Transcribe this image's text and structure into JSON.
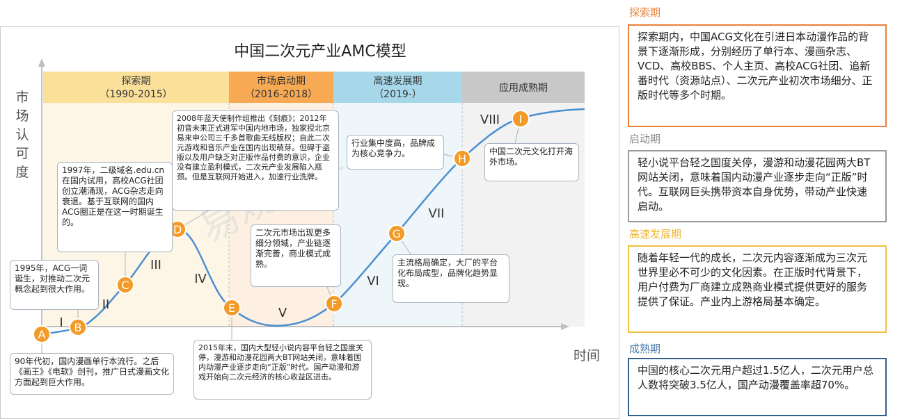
{
  "title": "中国二次元产业AMC模型",
  "y_axis_label": "市场认可度",
  "x_axis_label": "时间",
  "watermark": "易观智库",
  "phases": [
    {
      "name": "探索期",
      "years": "（1990-2015）",
      "header_color": "#fbe09a",
      "body_color": "#fdf6e6"
    },
    {
      "name": "市场启动期",
      "years": "（2016-2018）",
      "header_color": "#f7a953",
      "body_color": "#fdf0e2"
    },
    {
      "name": "高速发展期",
      "years": "（2019-）",
      "header_color": "#a7d8ea",
      "body_color": "#eef6f9"
    },
    {
      "name": "应用成熟期",
      "years": "",
      "header_color": "#c8c8c8",
      "body_color": "#f2f2f2"
    }
  ],
  "stage_numerals": [
    "I",
    "II",
    "III",
    "IV",
    "V",
    "VI",
    "VII",
    "VIII"
  ],
  "points": [
    {
      "letter": "A",
      "text": "90年代初，国内漫画单行本流行。之后《画王》《电软》创刊，推广日式漫画文化方面起到巨大作用。"
    },
    {
      "letter": "B",
      "text": "1995年，ACG一词诞生，对推动二次元概念起到很大作用。"
    },
    {
      "letter": "C",
      "text": "1997年，二级域名.edu.cn在国内试用，高校ACG社团创立潮涌现，ACG杂志走向衰退。基于互联网的国内ACG圈正是在这一时期诞生的。"
    },
    {
      "letter": "D",
      "text": "2008年蓝天使制作组推出《刻痕》；2012年初音未来正式进军中国内地市场，独家授北京易来申公司三千多首歌曲无线版权；自此二次元游戏和音乐产业在国内出现萌芽。但碍于盗版以及用户缺乏对正版作品付费的意识，企业没有建立盈利模式，二次元产业发展陷入瓶颈。但是互联网开始进入，加速行业洗牌。"
    },
    {
      "letter": "E",
      "text": "2015年末，国内大型轻小说内容平台轻之国度关停，漫游和动漫花园两大BT网站关闭，意味着国内动漫产业逐步走向“正版”时代。国产动漫和游戏开始向二次元经济的核心收益区进击。"
    },
    {
      "letter": "F",
      "text": "二次元市场出现更多细分领域，产业链逐渐完善，商业模式成熟。"
    },
    {
      "letter": "G",
      "text": "主流格局确定，大厂的平台化布局成型，品牌化趋势显现。"
    },
    {
      "letter": "H",
      "text": "行业集中度高，品牌成为核心竞争力。"
    },
    {
      "letter": "I",
      "text": "中国二次元文化打开海外市场。"
    }
  ],
  "side_panels": [
    {
      "title": "探索期",
      "title_color": "#e8803a",
      "border_color": "#e8803a",
      "text": "探索期内，中国ACG文化在引进日本动漫作品的背景下逐渐形成，分别经历了单行本、漫画杂志、VCD、高校BBS、个人主页、高校ACG社团、追新番时代（资源站点）、二次元产业初次市场细分、正版时代等多个时期。"
    },
    {
      "title": "启动期",
      "title_color": "#8a8a8a",
      "border_color": "#9a9a9a",
      "text": "轻小说平台轻之国度关停，漫游和动漫花园两大BT网站关闭，意味着国内动漫产业逐步走向“正版”时代。互联网巨头携带资本自身优势，带动产业快速启动。"
    },
    {
      "title": "高速发展期",
      "title_color": "#f0b732",
      "border_color": "#f0c040",
      "text": "随着年轻一代的成长，二次元内容逐渐成为三次元世界里必不可少的文化因素。在正版时代背景下，用户付费为厂商建立成熟商业模式提供更好的服务提供了保证。产业内上游格局基本确定。"
    },
    {
      "title": "成熟期",
      "title_color": "#4a7aa8",
      "border_color": "#2f5f8c",
      "text": "中国的核心二次元用户超过1.5亿人，二次元用户总人数将突破3.5亿人，国产动漫覆盖率超70%。"
    }
  ],
  "colors": {
    "curve": "#4a8fd0",
    "marker": "#f39a27",
    "axis": "#c0c0c0"
  }
}
